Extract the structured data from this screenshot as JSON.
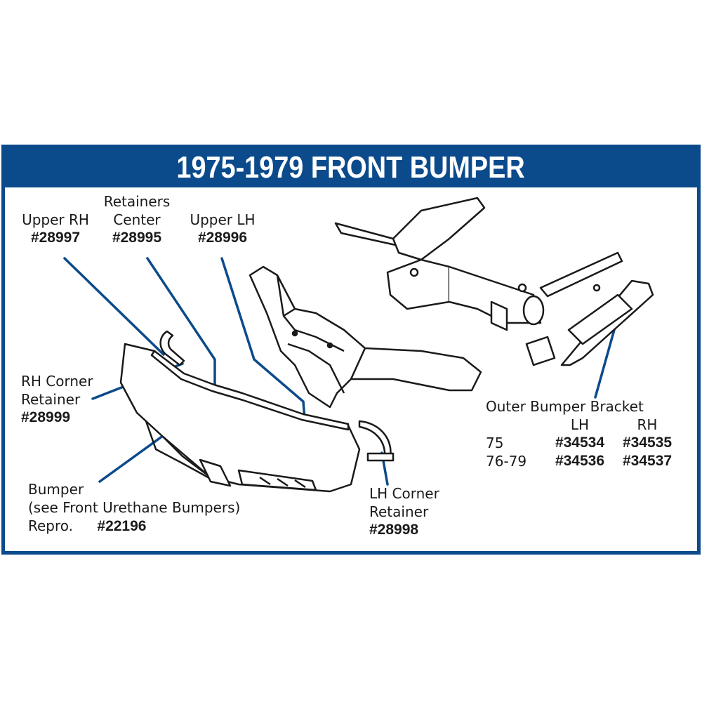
{
  "title": "1975-1979 FRONT BUMPER",
  "colors": {
    "brand_blue": "#0b4a8b",
    "leader_blue": "#0b4a8b",
    "line_art": "#1a1a1a"
  },
  "labels": {
    "upper_rh": {
      "name": "Upper RH",
      "part": "#28997"
    },
    "retainers_center": {
      "name1": "Retainers",
      "name2": "Center",
      "part": "#28995"
    },
    "upper_lh": {
      "name": "Upper LH",
      "part": "#28996"
    },
    "rh_corner": {
      "name1": "RH Corner",
      "name2": "Retainer",
      "part": "#28999"
    },
    "bumper": {
      "name": "Bumper",
      "note": "(see Front Urethane Bumpers)",
      "repro": "Repro.",
      "part": "#22196"
    },
    "lh_corner": {
      "name1": "LH Corner",
      "name2": "Retainer",
      "part": "#28998"
    },
    "outer_bracket": {
      "name": "Outer Bumper Bracket",
      "col_lh": "LH",
      "col_rh": "RH",
      "rows": [
        {
          "year": "75",
          "lh": "#34534",
          "rh": "#34535"
        },
        {
          "year": "76-79",
          "lh": "#34536",
          "rh": "#34537"
        }
      ]
    }
  }
}
